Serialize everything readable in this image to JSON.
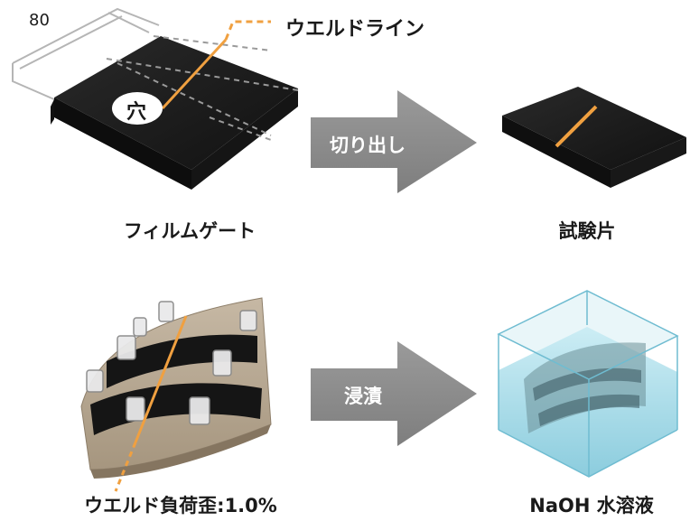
{
  "dimension_label": "80",
  "weld_line_label": "ウエルドライン",
  "hole_label": "穴",
  "film_gate_label": "フィルムゲート",
  "cut_out_label": "切り出し",
  "test_piece_label": "試験片",
  "weld_strain_label": "ウエルド負荷歪:1.0%",
  "immersion_label": "浸漬",
  "naoh_label": "NaOH 水溶液",
  "colors": {
    "arrow": "#8c8c8c",
    "plate": "#1c1c1c",
    "weld_line": "#f0a040",
    "fixture": "#b9ab98",
    "solution": "#9fd8e6"
  }
}
